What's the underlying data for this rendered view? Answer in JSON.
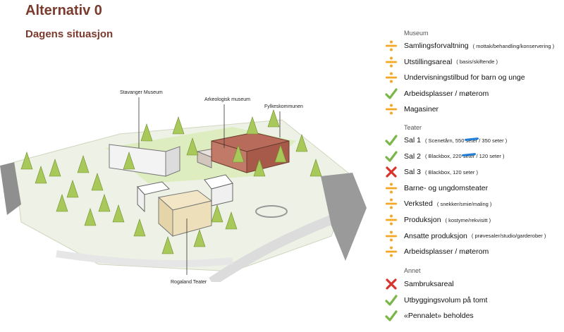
{
  "title": "Alternativ 0",
  "subtitle": "Dagens situasjon",
  "callouts": {
    "stavanger_museum": "Stavanger Museum",
    "arkeologisk_museum": "Arkeologisk museum",
    "fylkeskommunen": "Fylkeskommunen",
    "rogaland_teater": "Rogaland Teater"
  },
  "colors": {
    "title": "#7a3b2e",
    "check": "#7ab648",
    "neutral": "#f5a623",
    "cross": "#d9342b",
    "strike": "#1f7fd6"
  },
  "legend": {
    "museum": {
      "title": "Museum",
      "items": [
        {
          "icon": "neutral-icon",
          "label": "Samlingsforvaltning",
          "detail": "( mottak/behandling/konservering )"
        },
        {
          "icon": "neutral-icon",
          "label": "Utstillingsareal",
          "detail": "( basis/skiftende )"
        },
        {
          "icon": "neutral-icon",
          "label": "Undervisningstilbud for barn og unge",
          "detail": ""
        },
        {
          "icon": "check-icon",
          "label": "Arbeidsplasser / møterom",
          "detail": ""
        },
        {
          "icon": "neutral-icon",
          "label": "Magasiner",
          "detail": ""
        }
      ]
    },
    "teater": {
      "title": "Teater",
      "items": [
        {
          "icon": "check-icon",
          "label": "Sal 1",
          "detail": "( Scenetårn, 550 seter / 350 seter )"
        },
        {
          "icon": "check-icon",
          "label": "Sal 2",
          "detail": "( Blackbox, 220 seter / 120 seter )"
        },
        {
          "icon": "cross-icon",
          "label": "Sal 3",
          "detail": "( Blackbox, 120 seter )"
        },
        {
          "icon": "neutral-icon",
          "label": "Barne- og ungdomsteater",
          "detail": ""
        },
        {
          "icon": "neutral-icon",
          "label": "Verksted",
          "detail": "( snekker/smie/maling )"
        },
        {
          "icon": "neutral-icon",
          "label": "Produksjon",
          "detail": "( kostyme/rekvisitt )"
        },
        {
          "icon": "neutral-icon",
          "label": "Ansatte produksjon",
          "detail": "( prøvesaler/studio/garderober )"
        },
        {
          "icon": "neutral-icon",
          "label": "Arbeidsplasser / møterom",
          "detail": ""
        }
      ]
    },
    "annet": {
      "title": "Annet",
      "items": [
        {
          "icon": "cross-icon",
          "label": "Sambruksareal",
          "detail": ""
        },
        {
          "icon": "check-icon",
          "label": "Utbyggingsvolum på tomt",
          "detail": ""
        },
        {
          "icon": "check-icon",
          "label": "«Pennalet» beholdes",
          "detail": ""
        }
      ]
    }
  }
}
